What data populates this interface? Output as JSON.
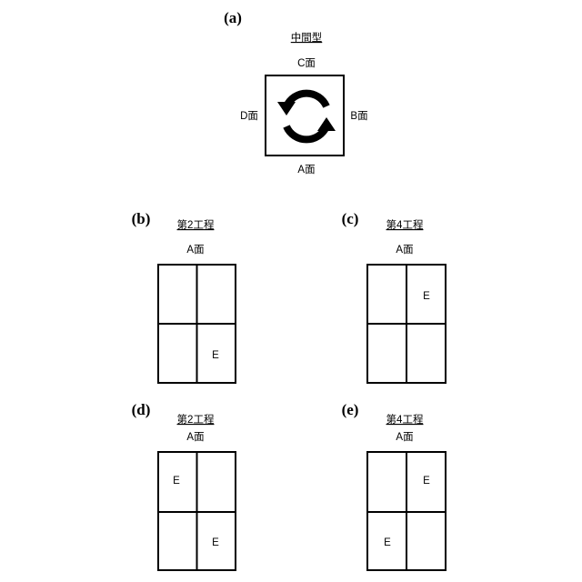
{
  "panel_a": {
    "label": "(a)",
    "title": "中間型",
    "face_top": "C面",
    "face_right": "B面",
    "face_bottom": "A面",
    "face_left": "D面",
    "icon": "rotate-cycle-icon"
  },
  "panel_b": {
    "label": "(b)",
    "title": "第2工程",
    "face": "A面",
    "marks": [
      {
        "cell": "bottom-right",
        "text": "E"
      }
    ]
  },
  "panel_c": {
    "label": "(c)",
    "title": "第4工程",
    "face": "A面",
    "marks": [
      {
        "cell": "top-right",
        "text": "E"
      }
    ]
  },
  "panel_d": {
    "label": "(d)",
    "title": "第2工程",
    "face": "A面",
    "marks": [
      {
        "cell": "top-left",
        "text": "E"
      },
      {
        "cell": "bottom-right",
        "text": "E"
      }
    ]
  },
  "panel_e": {
    "label": "(e)",
    "title": "第4工程",
    "face": "A面",
    "marks": [
      {
        "cell": "top-right",
        "text": "E"
      },
      {
        "cell": "bottom-left",
        "text": "E"
      }
    ]
  }
}
